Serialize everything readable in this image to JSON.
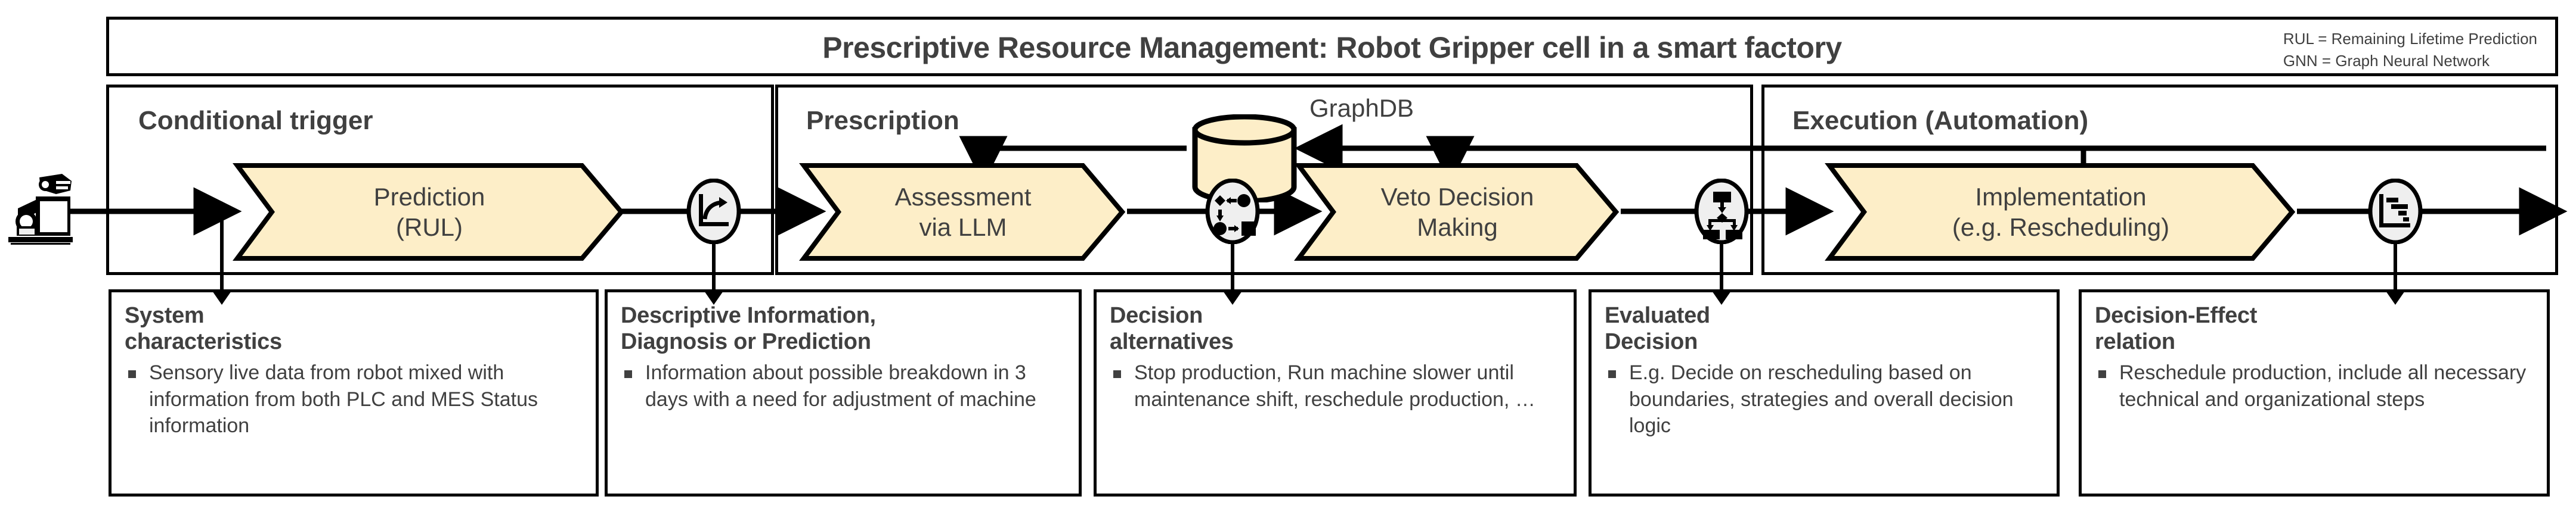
{
  "header": {
    "title": "Prescriptive Resource Management: Robot Gripper cell in a smart factory",
    "legend_line1": "RUL = Remaining Lifetime Prediction",
    "legend_line2": "GNN = Graph Neural Network"
  },
  "lanes": [
    {
      "label": "Conditional trigger"
    },
    {
      "label": "Prescription"
    },
    {
      "label": "Execution (Automation)"
    }
  ],
  "datastore": {
    "label": "GraphDB",
    "icon": "database-cylinder-icon",
    "fill": "#fdeec8"
  },
  "source": {
    "icon": "robot-arm-icon"
  },
  "activities": [
    {
      "id": "prediction",
      "line1": "Prediction",
      "line2": "(RUL)",
      "fill": "#fdeec8"
    },
    {
      "id": "assessment",
      "line1": "Assessment",
      "line2": "via LLM",
      "fill": "#fdeec8"
    },
    {
      "id": "veto-decision",
      "line1": "Veto Decision",
      "line2": "Making",
      "fill": "#fdeec8"
    },
    {
      "id": "implementation",
      "line1": "Implementation",
      "line2": "(e.g. Rescheduling)",
      "fill": "#fdeec8"
    }
  ],
  "artifacts": [
    {
      "id": "prediction-output",
      "icon": "trend-chart-icon",
      "fill": "#efefef"
    },
    {
      "id": "assessment-output",
      "icon": "graph-nodes-icon",
      "fill": "#efefef"
    },
    {
      "id": "veto-output",
      "icon": "decision-tree-icon",
      "fill": "#efefef"
    },
    {
      "id": "implementation-output",
      "icon": "gantt-chart-icon",
      "fill": "#efefef"
    }
  ],
  "cards": [
    {
      "id": "system-characteristics",
      "title": "System\ncharacteristics",
      "bullet": "Sensory live data from robot mixed with information from both PLC and MES Status information"
    },
    {
      "id": "descriptive-information",
      "title": "Descriptive Information,\nDiagnosis or Prediction",
      "bullet": "Information about possible breakdown in 3 days with a need for adjustment of machine"
    },
    {
      "id": "decision-alternatives",
      "title": "Decision\nalternatives",
      "bullet": "Stop production, Run machine slower until maintenance shift, reschedule production, …"
    },
    {
      "id": "evaluated-decision",
      "title": "Evaluated\nDecision",
      "bullet": "E.g. Decide on rescheduling based on boundaries, strategies and overall decision logic"
    },
    {
      "id": "decision-effect-relation",
      "title": "Decision-Effect\nrelation",
      "bullet": "Reschedule production, include all necessary technical and organizational steps"
    }
  ],
  "colors": {
    "activity_fill": "#fdeec8",
    "artifact_fill": "#efefef",
    "stroke": "#000000",
    "text": "#404040"
  }
}
